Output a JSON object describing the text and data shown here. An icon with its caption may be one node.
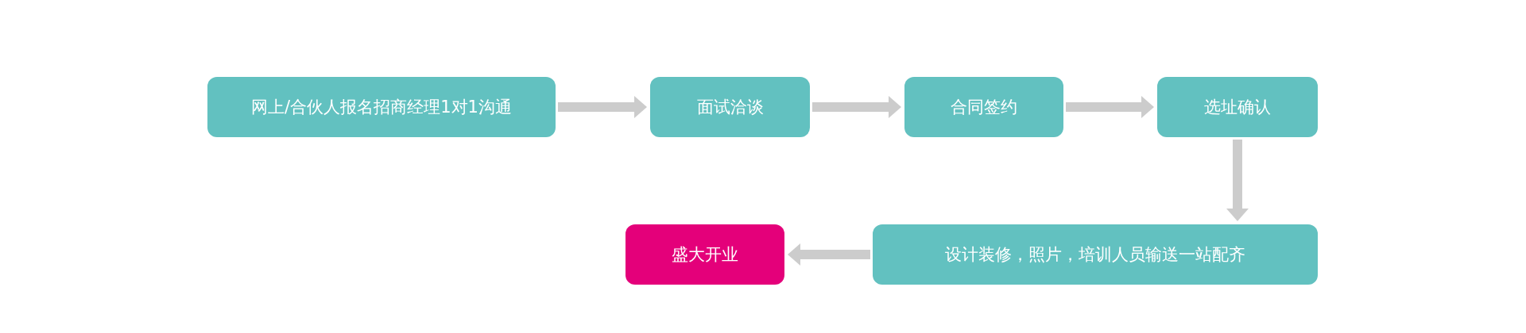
{
  "diagram": {
    "nodes": [
      {
        "text": [
          "网上/合伙人报名招商经理1对1沟通"
        ]
      },
      {
        "text": [
          "面试洽谈"
        ]
      },
      {
        "text": [
          "合同签约"
        ]
      },
      {
        "text": [
          "选址确认"
        ]
      },
      {
        "text": [
          "盛大开业"
        ]
      },
      {
        "text": [
          "设计装修，照片，培训人员输送一站配齐"
        ]
      }
    ],
    "edges": [
      {
        "from": 0,
        "to": 1,
        "arrow": "to"
      },
      {
        "from": 1,
        "to": 2,
        "arrow": "to"
      },
      {
        "from": 2,
        "to": 3,
        "arrow": "to"
      },
      {
        "from": 3,
        "to": 5,
        "arrow": "to"
      },
      {
        "from": 5,
        "to": 4,
        "arrow": "to"
      }
    ]
  }
}
